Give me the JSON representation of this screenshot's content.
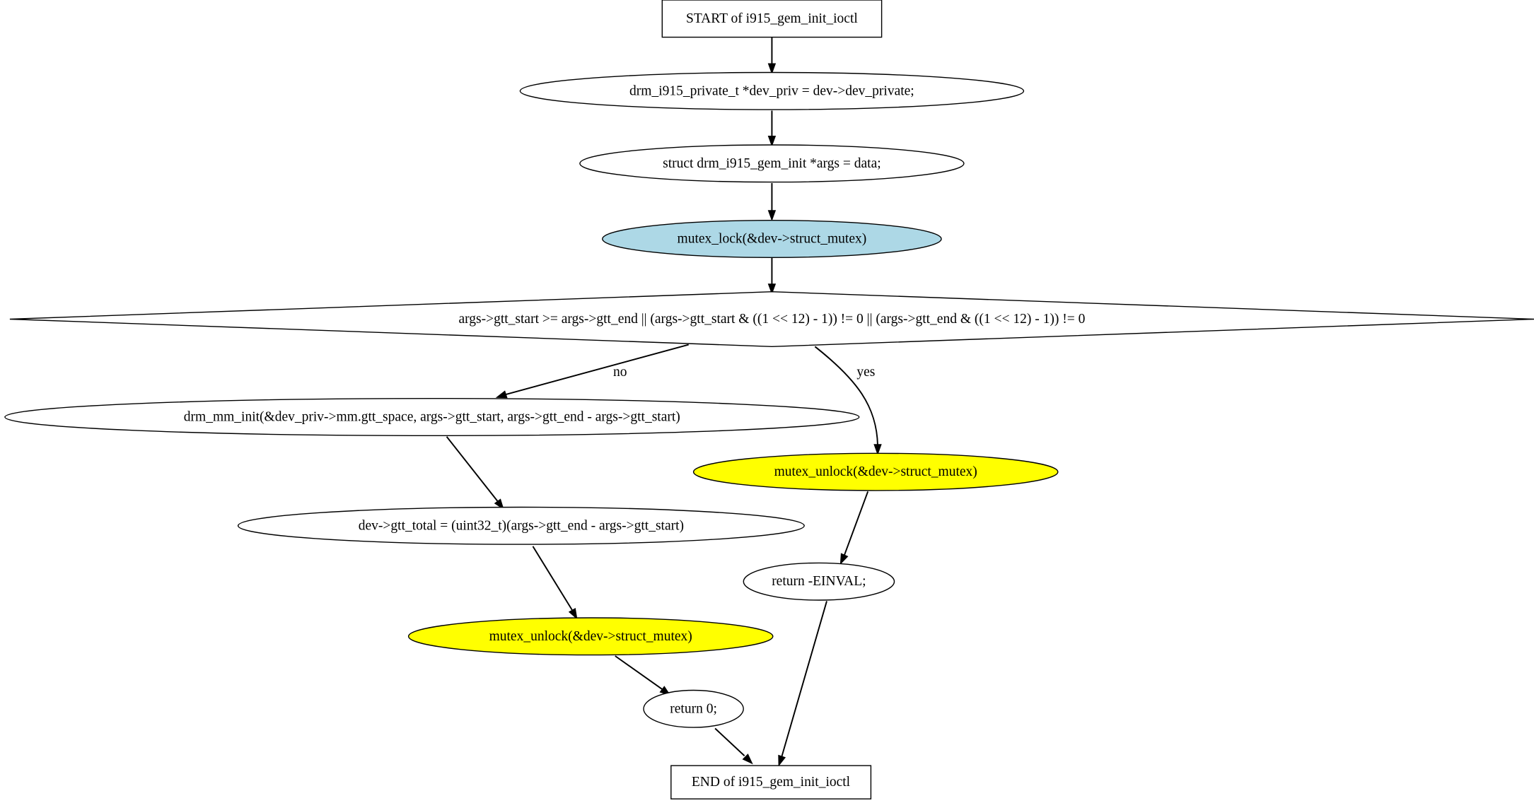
{
  "diagram": {
    "nodes": [
      {
        "id": "start",
        "shape": "box",
        "label": "START of i915_gem_init_ioctl",
        "fill": "#ffffff"
      },
      {
        "id": "dev_priv",
        "shape": "ellipse",
        "label": "drm_i915_private_t *dev_priv = dev->dev_private;",
        "fill": "#ffffff"
      },
      {
        "id": "args",
        "shape": "ellipse",
        "label": "struct drm_i915_gem_init *args = data;",
        "fill": "#ffffff"
      },
      {
        "id": "mutex_lock",
        "shape": "ellipse",
        "label": "mutex_lock(&dev->struct_mutex)",
        "fill": "#add8e6"
      },
      {
        "id": "cond",
        "shape": "diamond",
        "label": "args->gtt_start >= args->gtt_end || (args->gtt_start & ((1 << 12) - 1)) != 0 || (args->gtt_end & ((1 << 12) - 1)) != 0",
        "fill": "#ffffff"
      },
      {
        "id": "mm_init",
        "shape": "ellipse",
        "label": "drm_mm_init(&dev_priv->mm.gtt_space, args->gtt_start, args->gtt_end - args->gtt_start)",
        "fill": "#ffffff"
      },
      {
        "id": "unlock_yes",
        "shape": "ellipse",
        "label": "mutex_unlock(&dev->struct_mutex)",
        "fill": "#ffff00"
      },
      {
        "id": "gtt_total",
        "shape": "ellipse",
        "label": "dev->gtt_total = (uint32_t)(args->gtt_end - args->gtt_start)",
        "fill": "#ffffff"
      },
      {
        "id": "ret_einval",
        "shape": "ellipse",
        "label": "return -EINVAL;",
        "fill": "#ffffff"
      },
      {
        "id": "unlock_no",
        "shape": "ellipse",
        "label": "mutex_unlock(&dev->struct_mutex)",
        "fill": "#ffff00"
      },
      {
        "id": "ret_zero",
        "shape": "ellipse",
        "label": "return 0;",
        "fill": "#ffffff"
      },
      {
        "id": "end",
        "shape": "box",
        "label": "END of i915_gem_init_ioctl",
        "fill": "#ffffff"
      }
    ],
    "edges": [
      {
        "id": "e1",
        "from": "start",
        "to": "dev_priv",
        "label": ""
      },
      {
        "id": "e2",
        "from": "dev_priv",
        "to": "args",
        "label": ""
      },
      {
        "id": "e3",
        "from": "args",
        "to": "mutex_lock",
        "label": ""
      },
      {
        "id": "e4",
        "from": "mutex_lock",
        "to": "cond",
        "label": ""
      },
      {
        "id": "e5",
        "from": "cond",
        "to": "mm_init",
        "label": "no"
      },
      {
        "id": "e6",
        "from": "cond",
        "to": "unlock_yes",
        "label": "yes"
      },
      {
        "id": "e7",
        "from": "mm_init",
        "to": "gtt_total",
        "label": ""
      },
      {
        "id": "e8",
        "from": "gtt_total",
        "to": "unlock_no",
        "label": ""
      },
      {
        "id": "e9",
        "from": "unlock_no",
        "to": "ret_zero",
        "label": ""
      },
      {
        "id": "e10",
        "from": "ret_zero",
        "to": "end",
        "label": ""
      },
      {
        "id": "e11",
        "from": "unlock_yes",
        "to": "ret_einval",
        "label": ""
      },
      {
        "id": "e12",
        "from": "ret_einval",
        "to": "end",
        "label": ""
      }
    ]
  }
}
